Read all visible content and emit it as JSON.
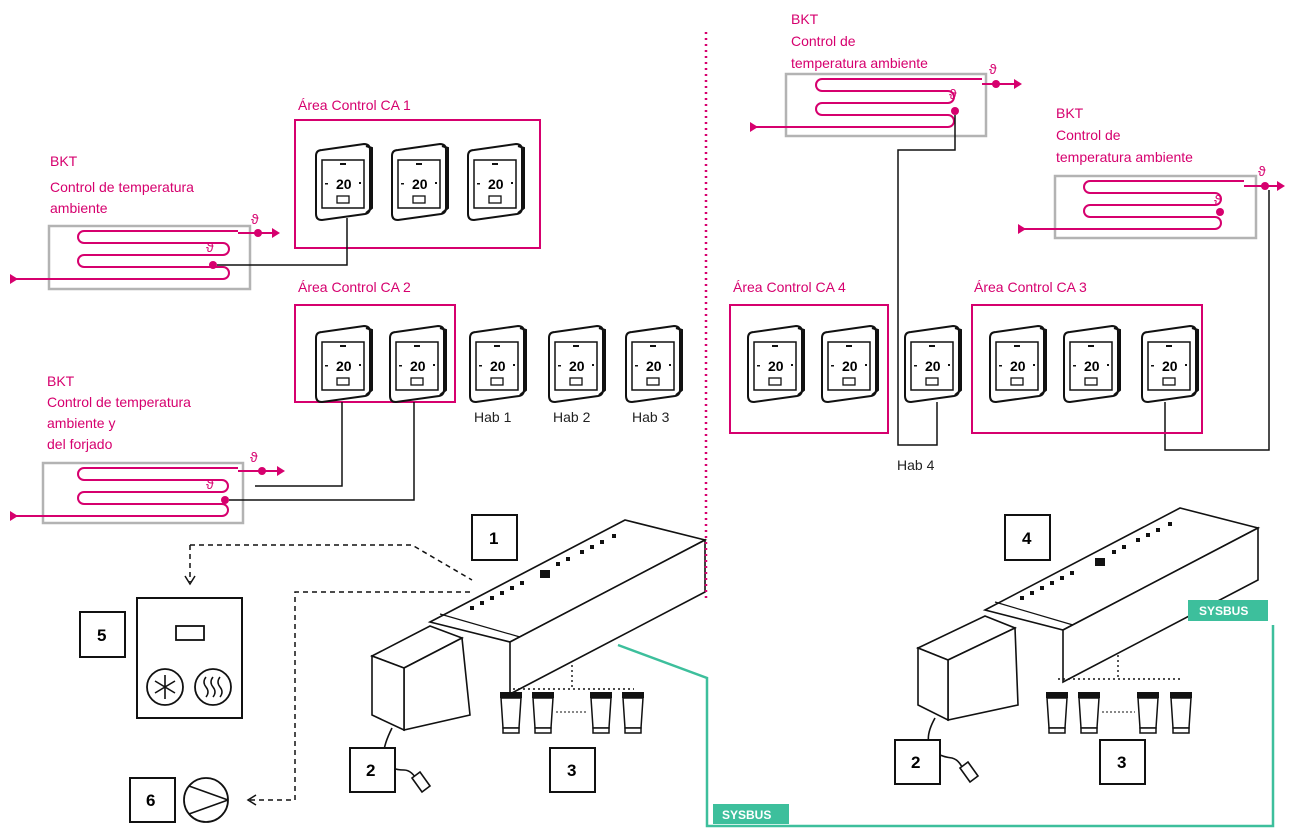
{
  "colors": {
    "accent": "#d6006e",
    "sysbus": "#3dbf9c",
    "gray": "#b3b3b3"
  },
  "labels": {
    "bkt_1_title": "BKT",
    "bkt_1_line1": "Control de temperatura",
    "bkt_1_line2": "ambiente",
    "bkt_2_title": "BKT",
    "bkt_2_line1": "Control de temperatura",
    "bkt_2_line2": "ambiente y",
    "bkt_2_line3": "del forjado",
    "bkt_3_title": "BKT",
    "bkt_3_line1": "Control de",
    "bkt_3_line2": "temperatura ambiente",
    "bkt_4_title": "BKT",
    "bkt_4_line1": "Control de",
    "bkt_4_line2": "temperatura ambiente",
    "area_ca1": "Área Control CA 1",
    "area_ca2": "Área Control CA 2",
    "area_ca3": "Área Control CA 3",
    "area_ca4": "Área Control CA 4",
    "hab1": "Hab 1",
    "hab2": "Hab 2",
    "hab3": "Hab 3",
    "hab4": "Hab 4",
    "theta": "ϑ",
    "thermostat_display": "20",
    "sysbus": "SYSBUS"
  },
  "badges": [
    "1",
    "2",
    "3",
    "4",
    "5",
    "6"
  ]
}
